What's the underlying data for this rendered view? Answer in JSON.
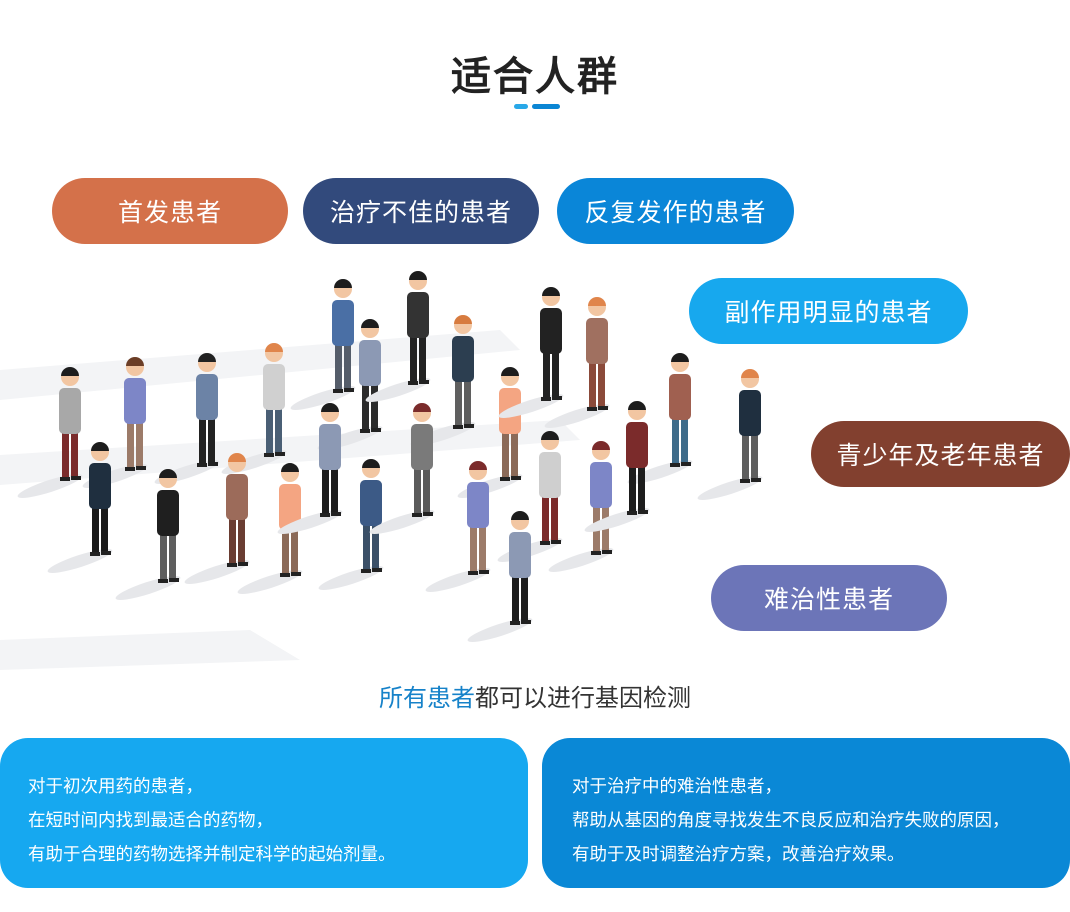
{
  "title": "适合人群",
  "pills": [
    {
      "label": "首发患者",
      "color": "#d4714a"
    },
    {
      "label": "治疗不佳的患者",
      "color": "#324a7c"
    },
    {
      "label": "反复发作的患者",
      "color": "#0a86d8"
    },
    {
      "label": "副作用明显的患者",
      "color": "#17a8ee"
    },
    {
      "label": "青少年及老年患者",
      "color": "#82402f"
    },
    {
      "label": "难治性患者",
      "color": "#6c75b8"
    }
  ],
  "illustration": {
    "icon": "walking-crowd-illustration"
  },
  "tagline": {
    "highlight": "所有患者",
    "rest": "都可以进行基因检测"
  },
  "cards": [
    {
      "lines": [
        "对于初次用药的患者，",
        "在短时间内找到最适合的药物，",
        "有助于合理的药物选择并制定科学的起始剂量。"
      ]
    },
    {
      "lines": [
        "对于治疗中的难治性患者，",
        "帮助从基因的角度寻找发生不良反应和治疗失败的原因，",
        "有助于及时调整治疗方案，改善治疗效果。"
      ]
    }
  ]
}
